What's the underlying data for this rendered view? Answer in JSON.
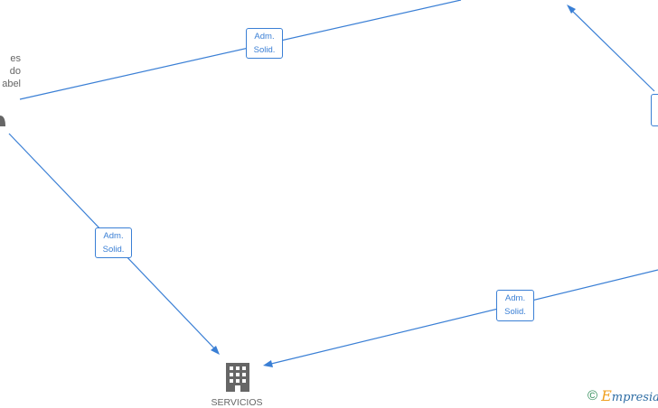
{
  "colors": {
    "edge": "#3a7fd5",
    "node": "#666666",
    "brand": "#2e6da4",
    "brand_initial": "#f0a020",
    "copyright": "#2e8b57"
  },
  "person": {
    "name_lines": [
      "es",
      "do",
      "abel"
    ],
    "icon": "person-icon"
  },
  "company": {
    "label": "SERVICIOS",
    "icon": "building-icon"
  },
  "edges": [
    {
      "id": "top",
      "label_line1": "Adm.",
      "label_line2": "Solid."
    },
    {
      "id": "left",
      "label_line1": "Adm.",
      "label_line2": "Solid."
    },
    {
      "id": "bottom-right",
      "label_line1": "Adm.",
      "label_line2": "Solid."
    },
    {
      "id": "right",
      "label_line1": "",
      "label_line2": ""
    }
  ],
  "brand": {
    "copyright": "©",
    "initial": "E",
    "rest": "mpresia"
  }
}
